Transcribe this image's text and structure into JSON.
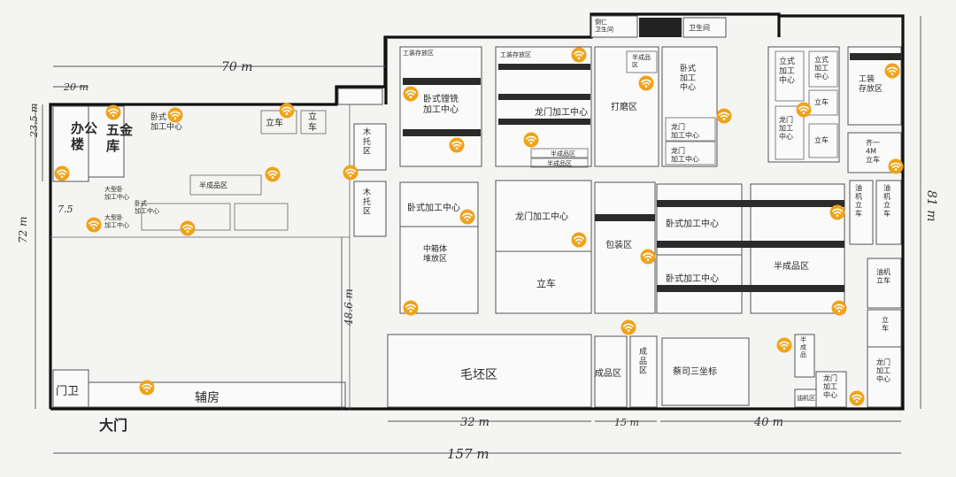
{
  "dimensions": {
    "top_width": "70 m",
    "office_width": "20 m",
    "left_23": "23.5 m",
    "left_7": "7.5",
    "left_72": "72 m",
    "mid_48": "48.6 m",
    "right_81": "81 m",
    "bottom_32": "32 m",
    "bottom_15": "15 m",
    "bottom_40": "40 m",
    "total": "157 m"
  },
  "outside": {
    "office": "办公楼",
    "hardware": "五金库",
    "gate": "大门",
    "guard": "门卫",
    "annex": "辅房"
  },
  "top_small": {
    "box1": "倒仁\n卫生间",
    "box2": "卫生间"
  },
  "left_block": {
    "lathe_top": "立车",
    "lathe_top2": "立\n车",
    "horiz_center": "卧式\n加工中心",
    "semi": "半成品区",
    "small_a": "大型卧\n加工中心",
    "small_b": "大型卧\n加工中心",
    "horiz_center2": "卧式\n加工中心"
  },
  "mid_strip": {
    "wood1": "木\n托\n区",
    "wood2": "木\n托\n区"
  },
  "rooms": {
    "r1": "卧式镗铣\n加工中心",
    "r2": "龙门加工中心",
    "r2_small": "工装存放区",
    "r2_tag1": "半成品区",
    "r2_tag2": "半成品区",
    "r1_tag": "工装存放区",
    "r3": "打磨区",
    "r3_small": "半成品\n区",
    "r4": "卧式\n加工\n中心",
    "r4b": "龙门\n加工中心",
    "r4c": "龙门\n加工中心",
    "r5": "立式\n加工\n中心",
    "r5b": "立式\n加工\n中心",
    "r5c": "立车",
    "r5d": "龙门\n加工\n中心",
    "r5e": "立车",
    "r6": "工装\n存放区",
    "r6b": "齐一\n4M\n立车",
    "m1": "卧式加工中心",
    "m1b": "中箱体\n堆放区",
    "m2": "龙门加工中心",
    "m2b": "立车",
    "m3": "包装区",
    "m4": "卧式加工中心",
    "m4b": "卧式加工中心",
    "m5": "半成品区",
    "m6": "油\n机\n立\n车",
    "m6b": "油\n机\n立\n车",
    "m7": "油机\n立车",
    "m7b": "立\n车",
    "b1": "毛坯区",
    "b2": "成品区",
    "b3": "成\n品\n区",
    "b4": "蔡司三坐标",
    "b5": "半\n成\n品",
    "b6": "龙门\n加工\n中心",
    "b6b": "龙门\n加工\n中心",
    "b7": "油机区"
  }
}
